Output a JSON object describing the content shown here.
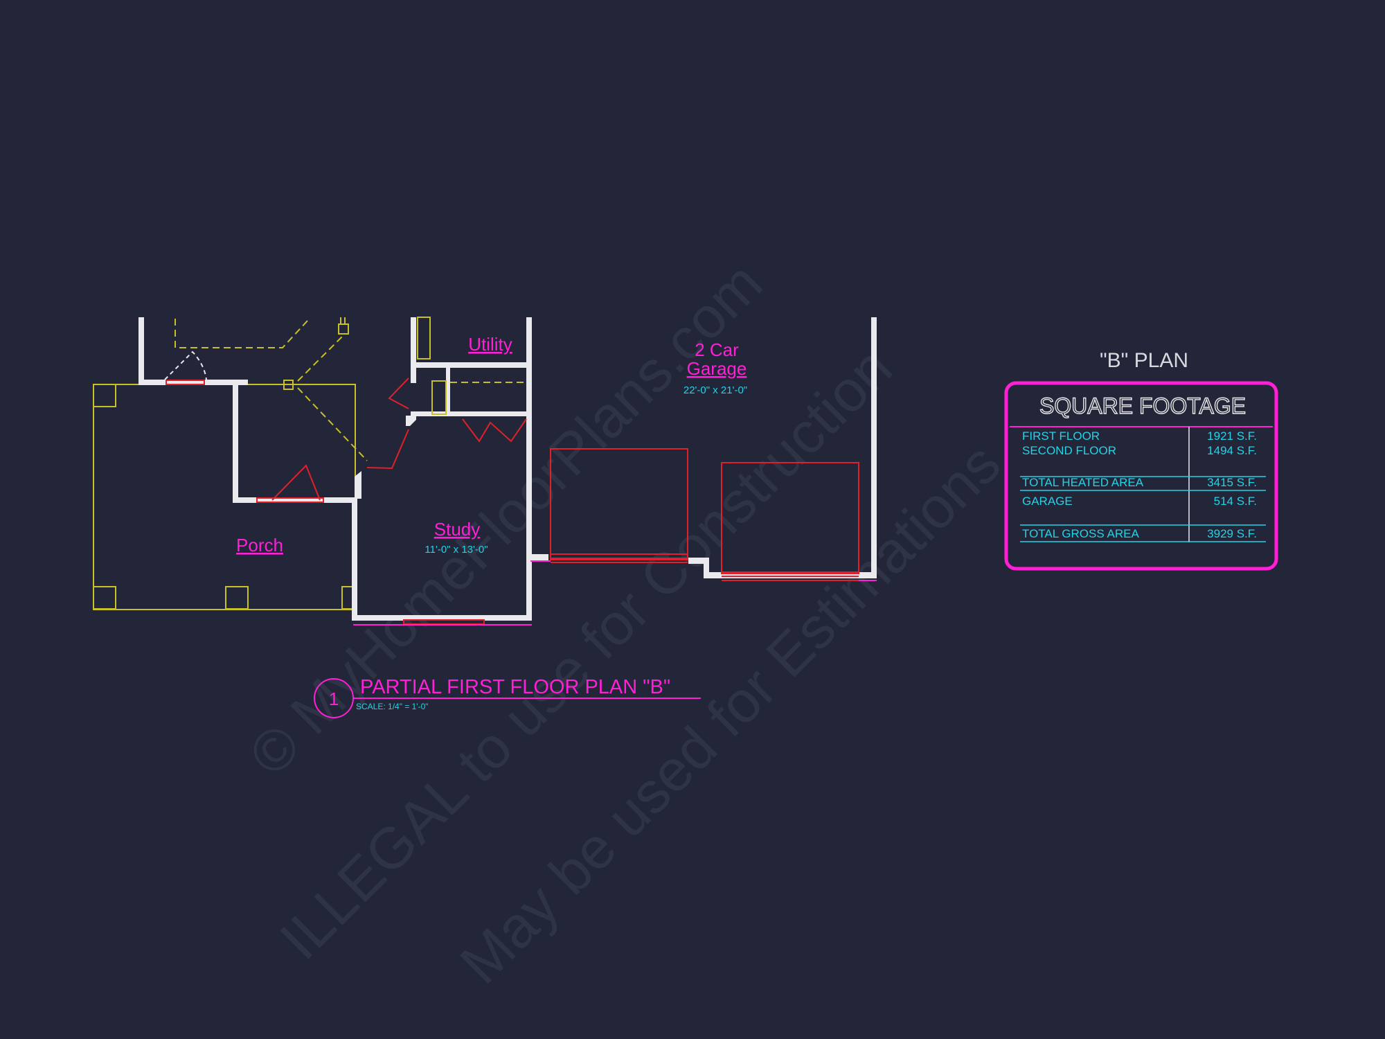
{
  "watermark": {
    "line1": "© MyHomeFloorPlans.com",
    "line2": "ILLEGAL to use for Construction",
    "line3": "May be used for Estimations"
  },
  "rooms": {
    "utility": "Utility",
    "garage_line1": "2 Car",
    "garage_line2": "Garage",
    "garage_dims": "22'-0\" x 21'-0\"",
    "study": "Study",
    "study_dims": "11'-0\" x 13'-0\"",
    "porch": "Porch"
  },
  "plan_title": {
    "number": "1",
    "title": "PARTIAL FIRST  FLOOR PLAN \"B\"",
    "scale": "SCALE: 1/4\" = 1'-0\""
  },
  "sqft": {
    "plan_label": "\"B\" PLAN",
    "heading": "SQUARE FOOTAGE",
    "rows": [
      {
        "label": "FIRST FLOOR",
        "value": "1921 S.F."
      },
      {
        "label": "SECOND FLOOR",
        "value": "1494 S.F."
      },
      {
        "label": "TOTAL HEATED AREA",
        "value": "3415 S.F."
      },
      {
        "label": "GARAGE",
        "value": "514 S.F."
      },
      {
        "label": "TOTAL GROSS AREA",
        "value": "3929 S.F."
      }
    ]
  },
  "colors": {
    "background": "#232639",
    "walls": "#e9e9ee",
    "labels": "#ff1fd6",
    "dimensions": "#23d3e6",
    "porch_lines": "#c8c02a",
    "doors": "#e0202a"
  }
}
